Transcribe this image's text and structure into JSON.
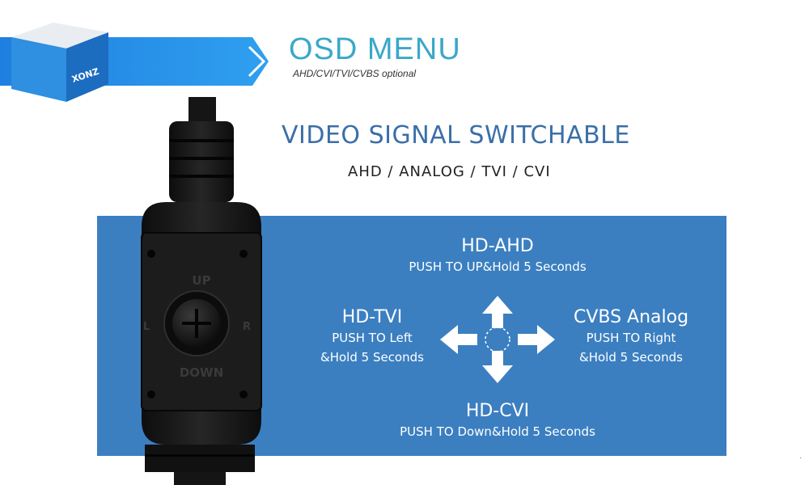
{
  "header": {
    "brand": "XONZ",
    "title": "OSD MENU",
    "subtitle": "AHD/CVI/TVI/CVBS optional"
  },
  "headline": {
    "title": "VIDEO SIGNAL SWITCHABLE",
    "subtitle": "AHD / ANALOG / TVI / CVI"
  },
  "device": {
    "up": "UP",
    "down": "DOWN",
    "left": "L",
    "right": "R"
  },
  "modes": {
    "up": {
      "name": "HD-AHD",
      "instruction": "PUSH TO UP&Hold 5 Seconds"
    },
    "left": {
      "name": "HD-TVI",
      "instruction_line1": "PUSH TO Left",
      "instruction_line2": "&Hold 5 Seconds"
    },
    "right": {
      "name": "CVBS Analog",
      "instruction_line1": "PUSH TO Right",
      "instruction_line2": "&Hold 5 Seconds"
    },
    "down": {
      "name": "HD-CVI",
      "instruction": "PUSH TO Down&Hold 5 Seconds"
    }
  },
  "colors": {
    "panel_blue": "#3b7fc1",
    "banner_blue": "#2f8fe0",
    "title_teal": "#3aa8c9",
    "headline_blue": "#3a6fa8"
  },
  "icons": {
    "arrows": "four-direction-arrows-icon",
    "joystick": "joystick-cross-icon"
  }
}
